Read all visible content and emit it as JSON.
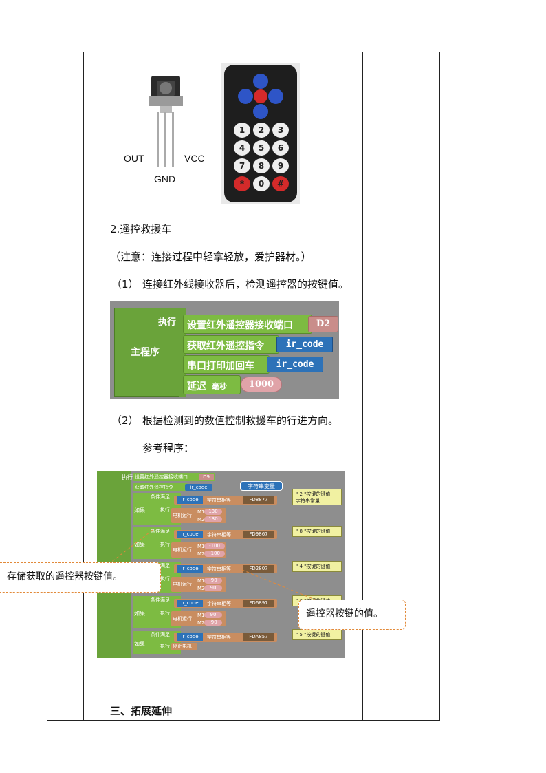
{
  "sensor": {
    "out": "OUT",
    "vcc": "VCC",
    "gnd": "GND"
  },
  "remote": {
    "keys": [
      "1",
      "2",
      "3",
      "4",
      "5",
      "6",
      "7",
      "8",
      "9",
      "*",
      "0",
      "#"
    ]
  },
  "heading_remote_car": "2.遥控救援车",
  "note": "（注意：连接过程中轻拿轻放，爱护器材。）",
  "step1": {
    "num": "（1）",
    "text": "连接红外线接收器后，检测遥控器的按键值。"
  },
  "program1": {
    "main": "主程序",
    "exec": "执行",
    "row1": "设置红外遥控器接收端口",
    "row1_val": "D2",
    "row2": "获取红外遥控指令",
    "row2_val": "ir_code",
    "row3": "串口打印加回车",
    "row3_val": "ir_code",
    "row4": "延迟",
    "row4_unit": "毫秒",
    "row4_val": "1000"
  },
  "step2": {
    "num": "（2）",
    "text": "根据检测到的数值控制救援车的行进方向。"
  },
  "ref_program": "参考程序：",
  "program2": {
    "exec": "执行",
    "set_port": "设置红外遥控器接收端口",
    "set_port_val": "D9",
    "get_code": "获取红外遥控指令",
    "var": "ir_code",
    "string_var": "字符串变量",
    "cond": "条件满足",
    "if": "如果",
    "eq": "字符串相等",
    "motor": "电机运行",
    "stop": "停止电机",
    "m1": "M1",
    "m2": "M2",
    "blocks": [
      {
        "code": "FD8877",
        "v1": "130",
        "v2": "130",
        "comment": "\" 2 \"按键的键值",
        "comment2": "字符串常量"
      },
      {
        "code": "FD9867",
        "v1": "-100",
        "v2": "-100",
        "comment": "\" 8 \"按键的键值"
      },
      {
        "code": "FD2807",
        "v1": "-90",
        "v2": "90",
        "comment": "\" 4 \"按键的键值"
      },
      {
        "code": "FD6897",
        "v1": "90",
        "v2": "-90",
        "comment": "\" 6 \"按键的键值"
      },
      {
        "code": "FDA857",
        "comment": "\" 5 \"按键的键值"
      }
    ]
  },
  "callout_left": "存储获取的遥控器按键值。",
  "callout_right": "遥控器按键的值。",
  "section3": "三、拓展延伸"
}
